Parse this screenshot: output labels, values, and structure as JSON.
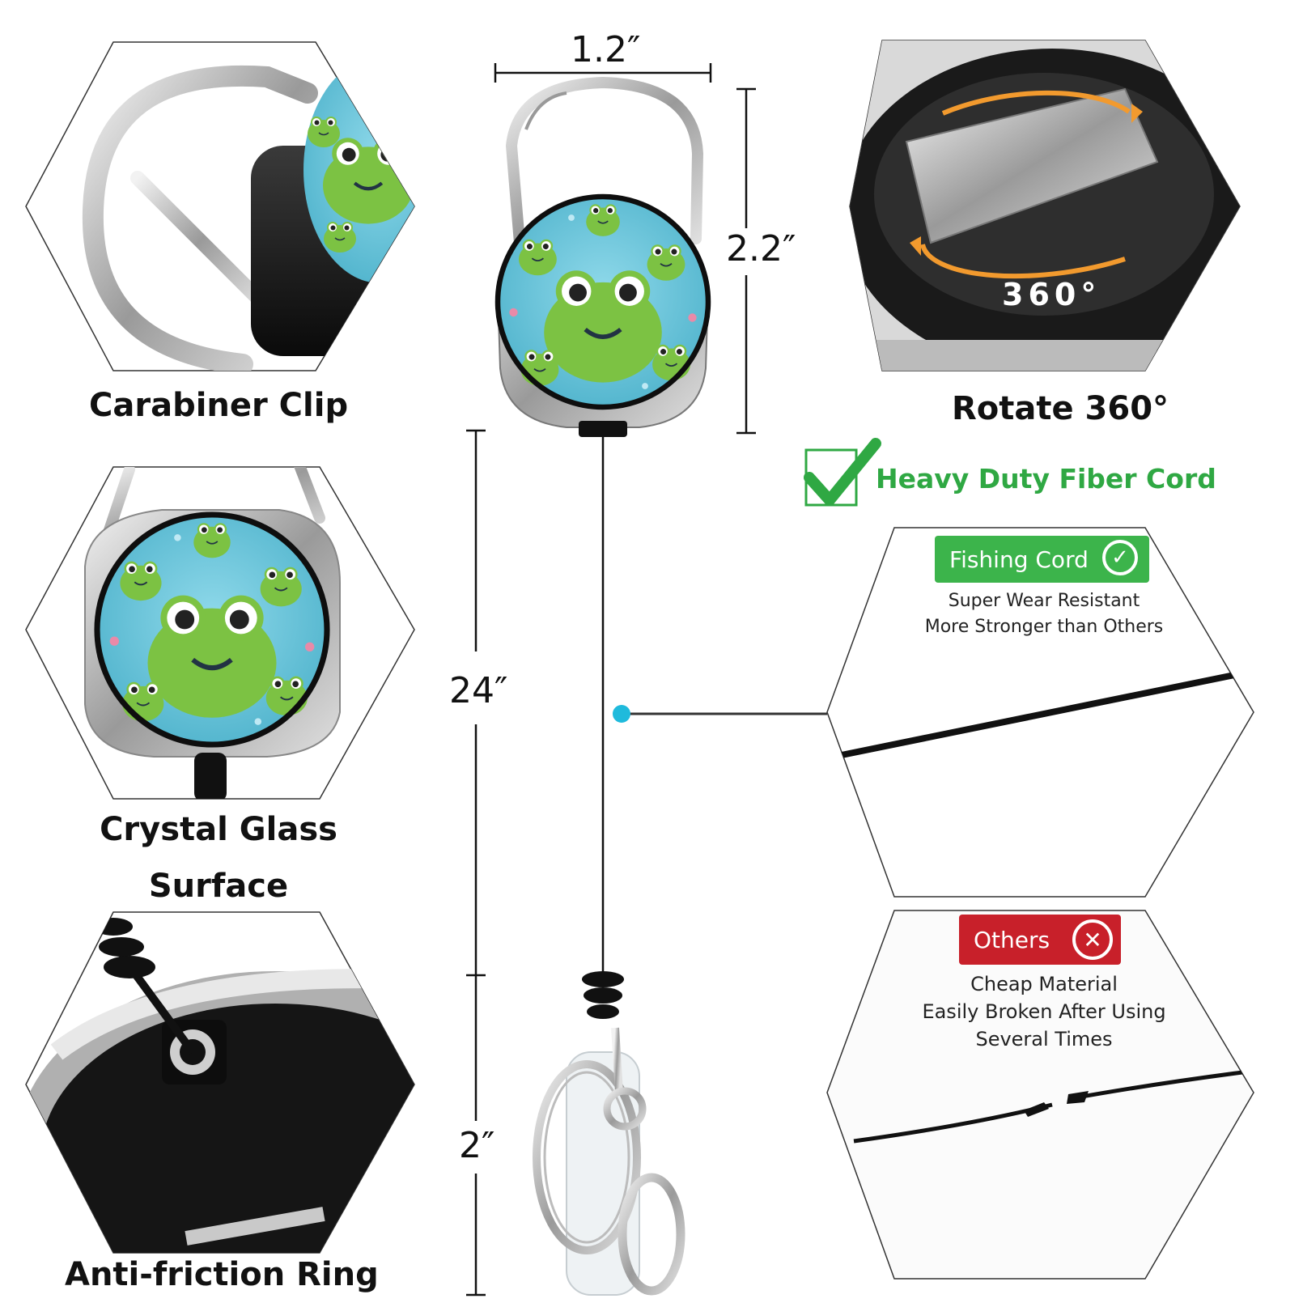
{
  "features": {
    "carabiner_label": "Carabiner Clip",
    "rotate_label": "Rotate 360°",
    "crystal_label_line1": "Crystal Glass",
    "crystal_label_line2": "Surface",
    "anti_friction_label": "Anti-friction Ring",
    "rotate_badge": "360°"
  },
  "dimensions": {
    "width": "1.2″",
    "height": "2.2″",
    "cord_length": "24″",
    "clip_length": "2″"
  },
  "cord_compare": {
    "headline": "Heavy Duty Fiber Cord",
    "good": {
      "badge": "Fishing Cord",
      "line1": "Super Wear Resistant",
      "line2": "More Stronger than Others"
    },
    "bad": {
      "badge": "Others",
      "line1": "Cheap Material",
      "line2": "Easily Broken After Using",
      "line3": "Several Times"
    }
  },
  "colors": {
    "check_green": "#2fa843",
    "badge_green": "#3cb44b",
    "badge_red": "#c8202a",
    "pin_blue": "#1fbadc",
    "frog_bg": "#5ec3d8",
    "frog_green": "#7cc243"
  }
}
